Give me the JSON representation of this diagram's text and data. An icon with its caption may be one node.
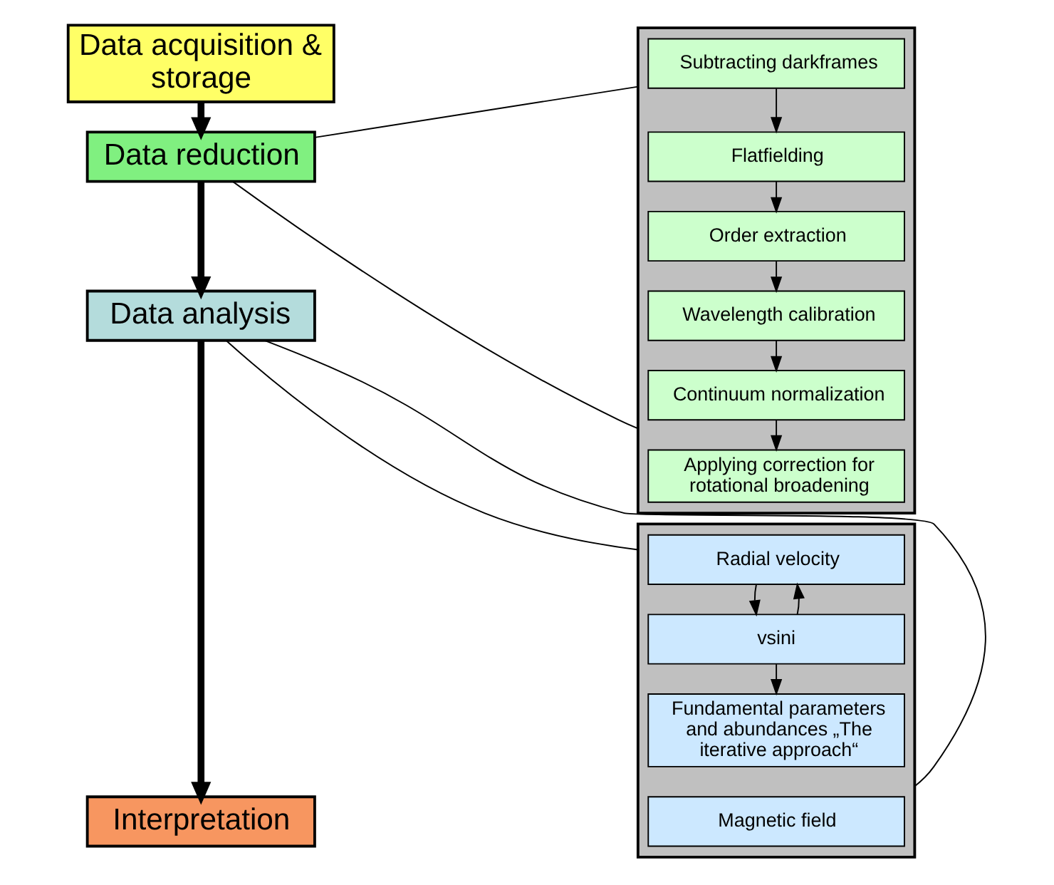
{
  "diagram": {
    "nodes": [
      {
        "text": [
          "Data acquisition & storage"
        ]
      },
      {
        "text": [
          "Data reduction"
        ]
      },
      {
        "text": [
          "Data analysis"
        ]
      },
      {
        "text": [
          "Interpretation"
        ]
      },
      {
        "text": [],
        "shape": "box"
      },
      {
        "text": [
          "Subtracting darkframes"
        ],
        "in": 4
      },
      {
        "text": [
          "Flatfielding"
        ],
        "in": 4
      },
      {
        "text": [
          "Order extraction"
        ],
        "in": 4
      },
      {
        "text": [
          "Wavelength calibration"
        ],
        "in": 4
      },
      {
        "text": [
          "Continuum normalization"
        ],
        "in": 4
      },
      {
        "text": [
          "Applying correction for rotational broadening"
        ],
        "in": 4
      },
      {
        "text": [],
        "shape": "box"
      },
      {
        "text": [
          "Radial velocity"
        ],
        "in": 11
      },
      {
        "text": [
          "vsini"
        ],
        "in": 11
      },
      {
        "text": [
          "Fundamental parameters and abundances „The iterative approach“"
        ],
        "in": 11
      },
      {
        "text": [
          "Magnetic field"
        ],
        "in": 11
      }
    ],
    "edges": [
      {
        "from": 0,
        "to": 1,
        "arrow": "to",
        "style": "thick"
      },
      {
        "from": 1,
        "to": 2,
        "arrow": "to",
        "style": "thick"
      },
      {
        "from": 2,
        "to": 3,
        "arrow": "to",
        "style": "thick"
      },
      {
        "from": 1,
        "to": 4,
        "arrow": "none"
      },
      {
        "from": 1,
        "to": 4,
        "arrow": "none"
      },
      {
        "from": 2,
        "to": 11,
        "arrow": "none"
      },
      {
        "from": 2,
        "to": 11,
        "arrow": "none"
      },
      {
        "from": 5,
        "to": 6,
        "arrow": "to"
      },
      {
        "from": 6,
        "to": 7,
        "arrow": "to"
      },
      {
        "from": 7,
        "to": 8,
        "arrow": "to"
      },
      {
        "from": 8,
        "to": 9,
        "arrow": "to"
      },
      {
        "from": 9,
        "to": 10,
        "arrow": "to"
      },
      {
        "from": 12,
        "to": 13,
        "arrow": "to"
      },
      {
        "from": 13,
        "to": 12,
        "arrow": "to"
      },
      {
        "from": 13,
        "to": 14,
        "arrow": "to"
      }
    ]
  }
}
